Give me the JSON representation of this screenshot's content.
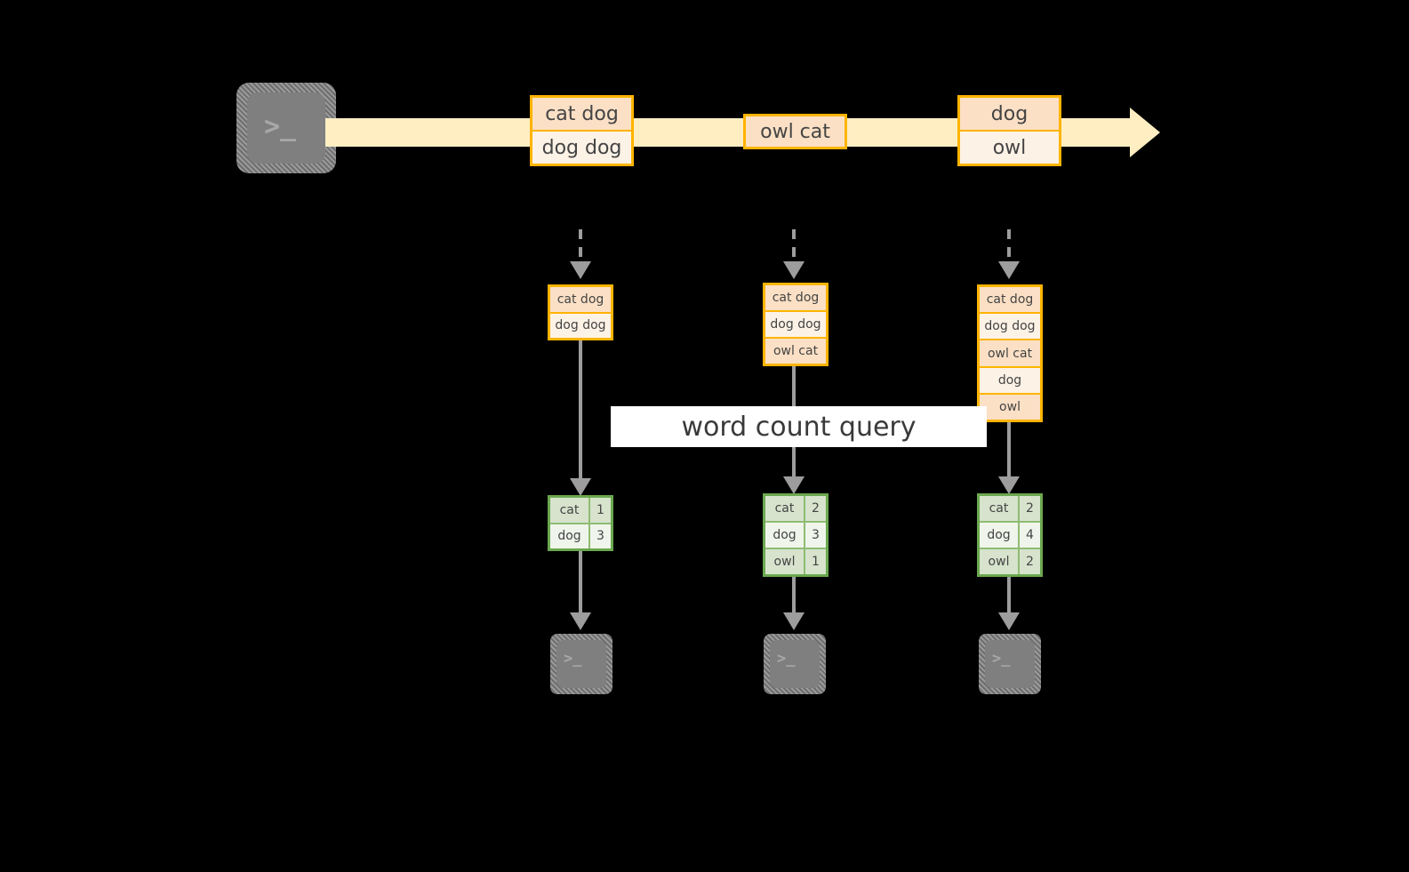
{
  "diagram": {
    "title_label": "word count query",
    "colors": {
      "background": "#000000",
      "stream_fill": "#ffeec2",
      "record_border": "#ffb400",
      "record_fill_light": "#fdf2e6",
      "record_fill_shade": "#fbe0c5",
      "table_border": "#6aa84f",
      "table_fill_light": "#f0f5ec",
      "table_fill_shade": "#d7e3cd",
      "arrow_gray": "#9d9d9d",
      "terminal_gray": "#7f7f7f",
      "band_fill": "#ffffff"
    },
    "source": {
      "icon": "terminal-icon",
      "glyph": ">_"
    },
    "stream": {
      "icon": "right-arrow-icon",
      "records": [
        {
          "lines": [
            "cat dog",
            "dog dog"
          ]
        },
        {
          "lines": [
            "owl cat"
          ]
        },
        {
          "lines": [
            "dog",
            "owl"
          ]
        }
      ]
    },
    "snapshots": [
      {
        "inbound_icon": "dashed-down-arrow-icon",
        "table_lines": [
          "cat dog",
          "dog dog"
        ],
        "counts": {
          "keys": [
            "cat",
            "dog"
          ],
          "values": [
            "1",
            "3"
          ]
        },
        "sink_icon": "terminal-icon",
        "sink_glyph": ">_"
      },
      {
        "inbound_icon": "dashed-down-arrow-icon",
        "table_lines": [
          "cat dog",
          "dog dog",
          "owl cat"
        ],
        "counts": {
          "keys": [
            "cat",
            "dog",
            "owl"
          ],
          "values": [
            "2",
            "3",
            "1"
          ]
        },
        "sink_icon": "terminal-icon",
        "sink_glyph": ">_"
      },
      {
        "inbound_icon": "dashed-down-arrow-icon",
        "table_lines": [
          "cat dog",
          "dog dog",
          "owl cat",
          "dog",
          "owl"
        ],
        "counts": {
          "keys": [
            "cat",
            "dog",
            "owl"
          ],
          "values": [
            "2",
            "4",
            "2"
          ]
        },
        "sink_icon": "terminal-icon",
        "sink_glyph": ">_"
      }
    ]
  }
}
